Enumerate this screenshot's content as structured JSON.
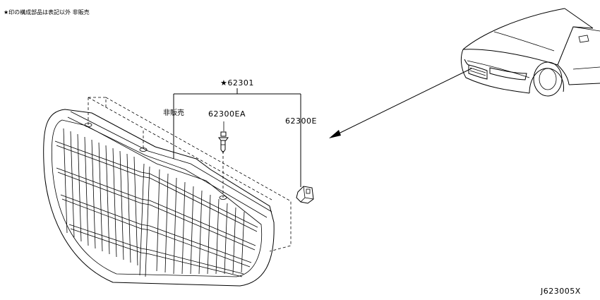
{
  "header": {
    "note": "★印の構成部品は表記以外 非販売"
  },
  "parts": {
    "assembly": "★62301",
    "not_sold": "非販売",
    "clip": "62300EA",
    "bracket": "62300E"
  },
  "footer": {
    "diagram_code": "J623005X"
  }
}
